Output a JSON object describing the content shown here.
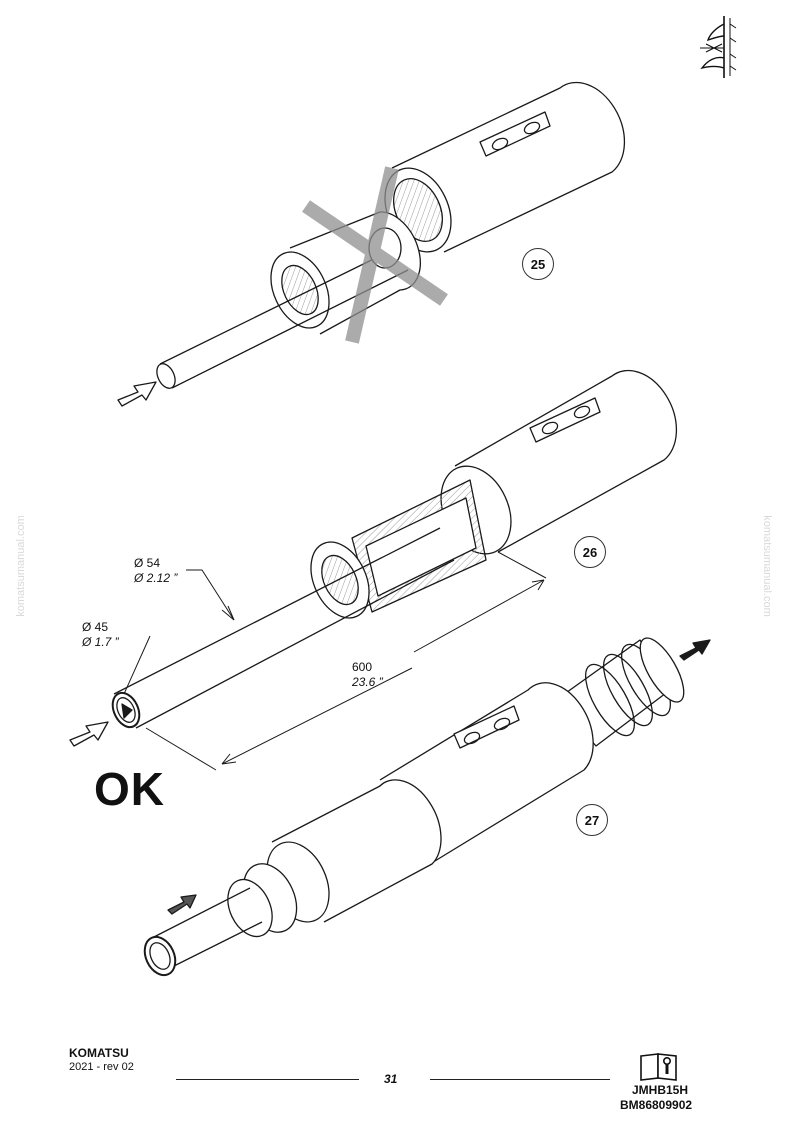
{
  "steps": [
    "25",
    "26",
    "27"
  ],
  "dimensions": {
    "outer_diameter_mm": "Ø 54",
    "outer_diameter_in": "Ø 2.12 ”",
    "inner_diameter_mm": "Ø 45",
    "inner_diameter_in": "Ø 1.7 ”",
    "length_mm": "600",
    "length_in": "23.6 ”"
  },
  "ok_label": "OK",
  "watermark": "komatsumanual.com",
  "footer": {
    "brand": "KOMATSU",
    "revision": "2021 -  rev 02",
    "page_number": "31",
    "doc_code": "JMHB15H",
    "serial_code": "BM86809902"
  },
  "icons": {
    "header": "hydraulic-breaker-icon",
    "footer": "manual-wrench-icon",
    "wrong": "cross-out-icon"
  }
}
